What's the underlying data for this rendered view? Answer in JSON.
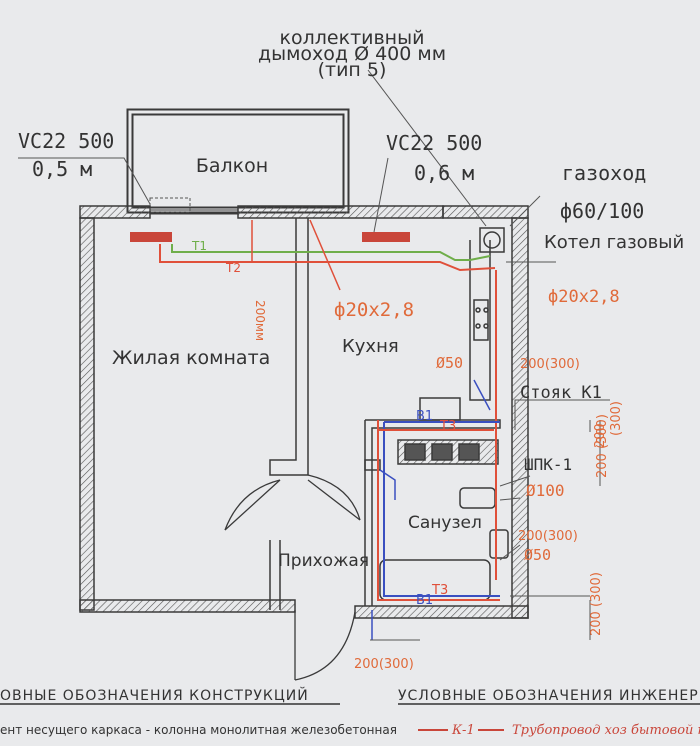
{
  "labels": {
    "chimney_line1": "коллективный",
    "chimney_line2": "дымоход Ø 400 мм",
    "chimney_line3": "(тип 5)",
    "vc_left_line1": "VC22 500",
    "vc_left_line2": "0,5 м",
    "vc_right_line1": "VC22 500",
    "vc_right_line2": "0,6 м",
    "balcony": "Балкон",
    "gas_flue": "газоход",
    "gas_flue_size": "ф60/100",
    "boiler": "Котел газовый",
    "pipe_t1": "T1",
    "pipe_t2": "T2",
    "dim_200mm": "200мм",
    "pipe_20x28_center": "ф20х2,8",
    "pipe_20x28_right": "ф20х2,8",
    "living_room": "Жилая комната",
    "kitchen": "Кухня",
    "d50_top": "Ø50",
    "dim_200_300_a": "200(300)",
    "riser_k1": "Стояк К1",
    "b1_top": "B1",
    "t3_top": "T3",
    "dim_200_a": "200",
    "dim_300_a": "(300)",
    "dim_200_300_side": "200 (300)",
    "shpk": "ШПК-1",
    "d100": "Ø100",
    "bathroom": "Санузел",
    "dim_200_300_b": "200(300)",
    "d50_bottom": "Ø50",
    "hallway": "Прихожая",
    "t3_bottom": "T3",
    "b1_bottom": "B1",
    "dim_200_300_bottom_side": "200 (300)",
    "dim_200_300_c": "200(300)"
  },
  "legend": {
    "constructions_title": "ОВНЫЕ ОБОЗНАЧЕНИЯ КОНСТРУКЦИЙ",
    "engineering_title": "УСЛОВНЫЕ ОБОЗНАЧЕНИЯ ИНЖЕНЕРН",
    "constructions_note": "ент несущего каркаса - колонна монолитная железобетонная",
    "pipe_code": "К-1",
    "pipe_desc": "Трубопровод хоз бытовой к"
  },
  "colors": {
    "wall": "#3a3a3a",
    "red_pipe": "#e0503a",
    "green_pipe": "#6fae4a",
    "blue_pipe": "#3a4fc0",
    "orange_text": "#e06a3a",
    "radiator": "#c9463a"
  }
}
